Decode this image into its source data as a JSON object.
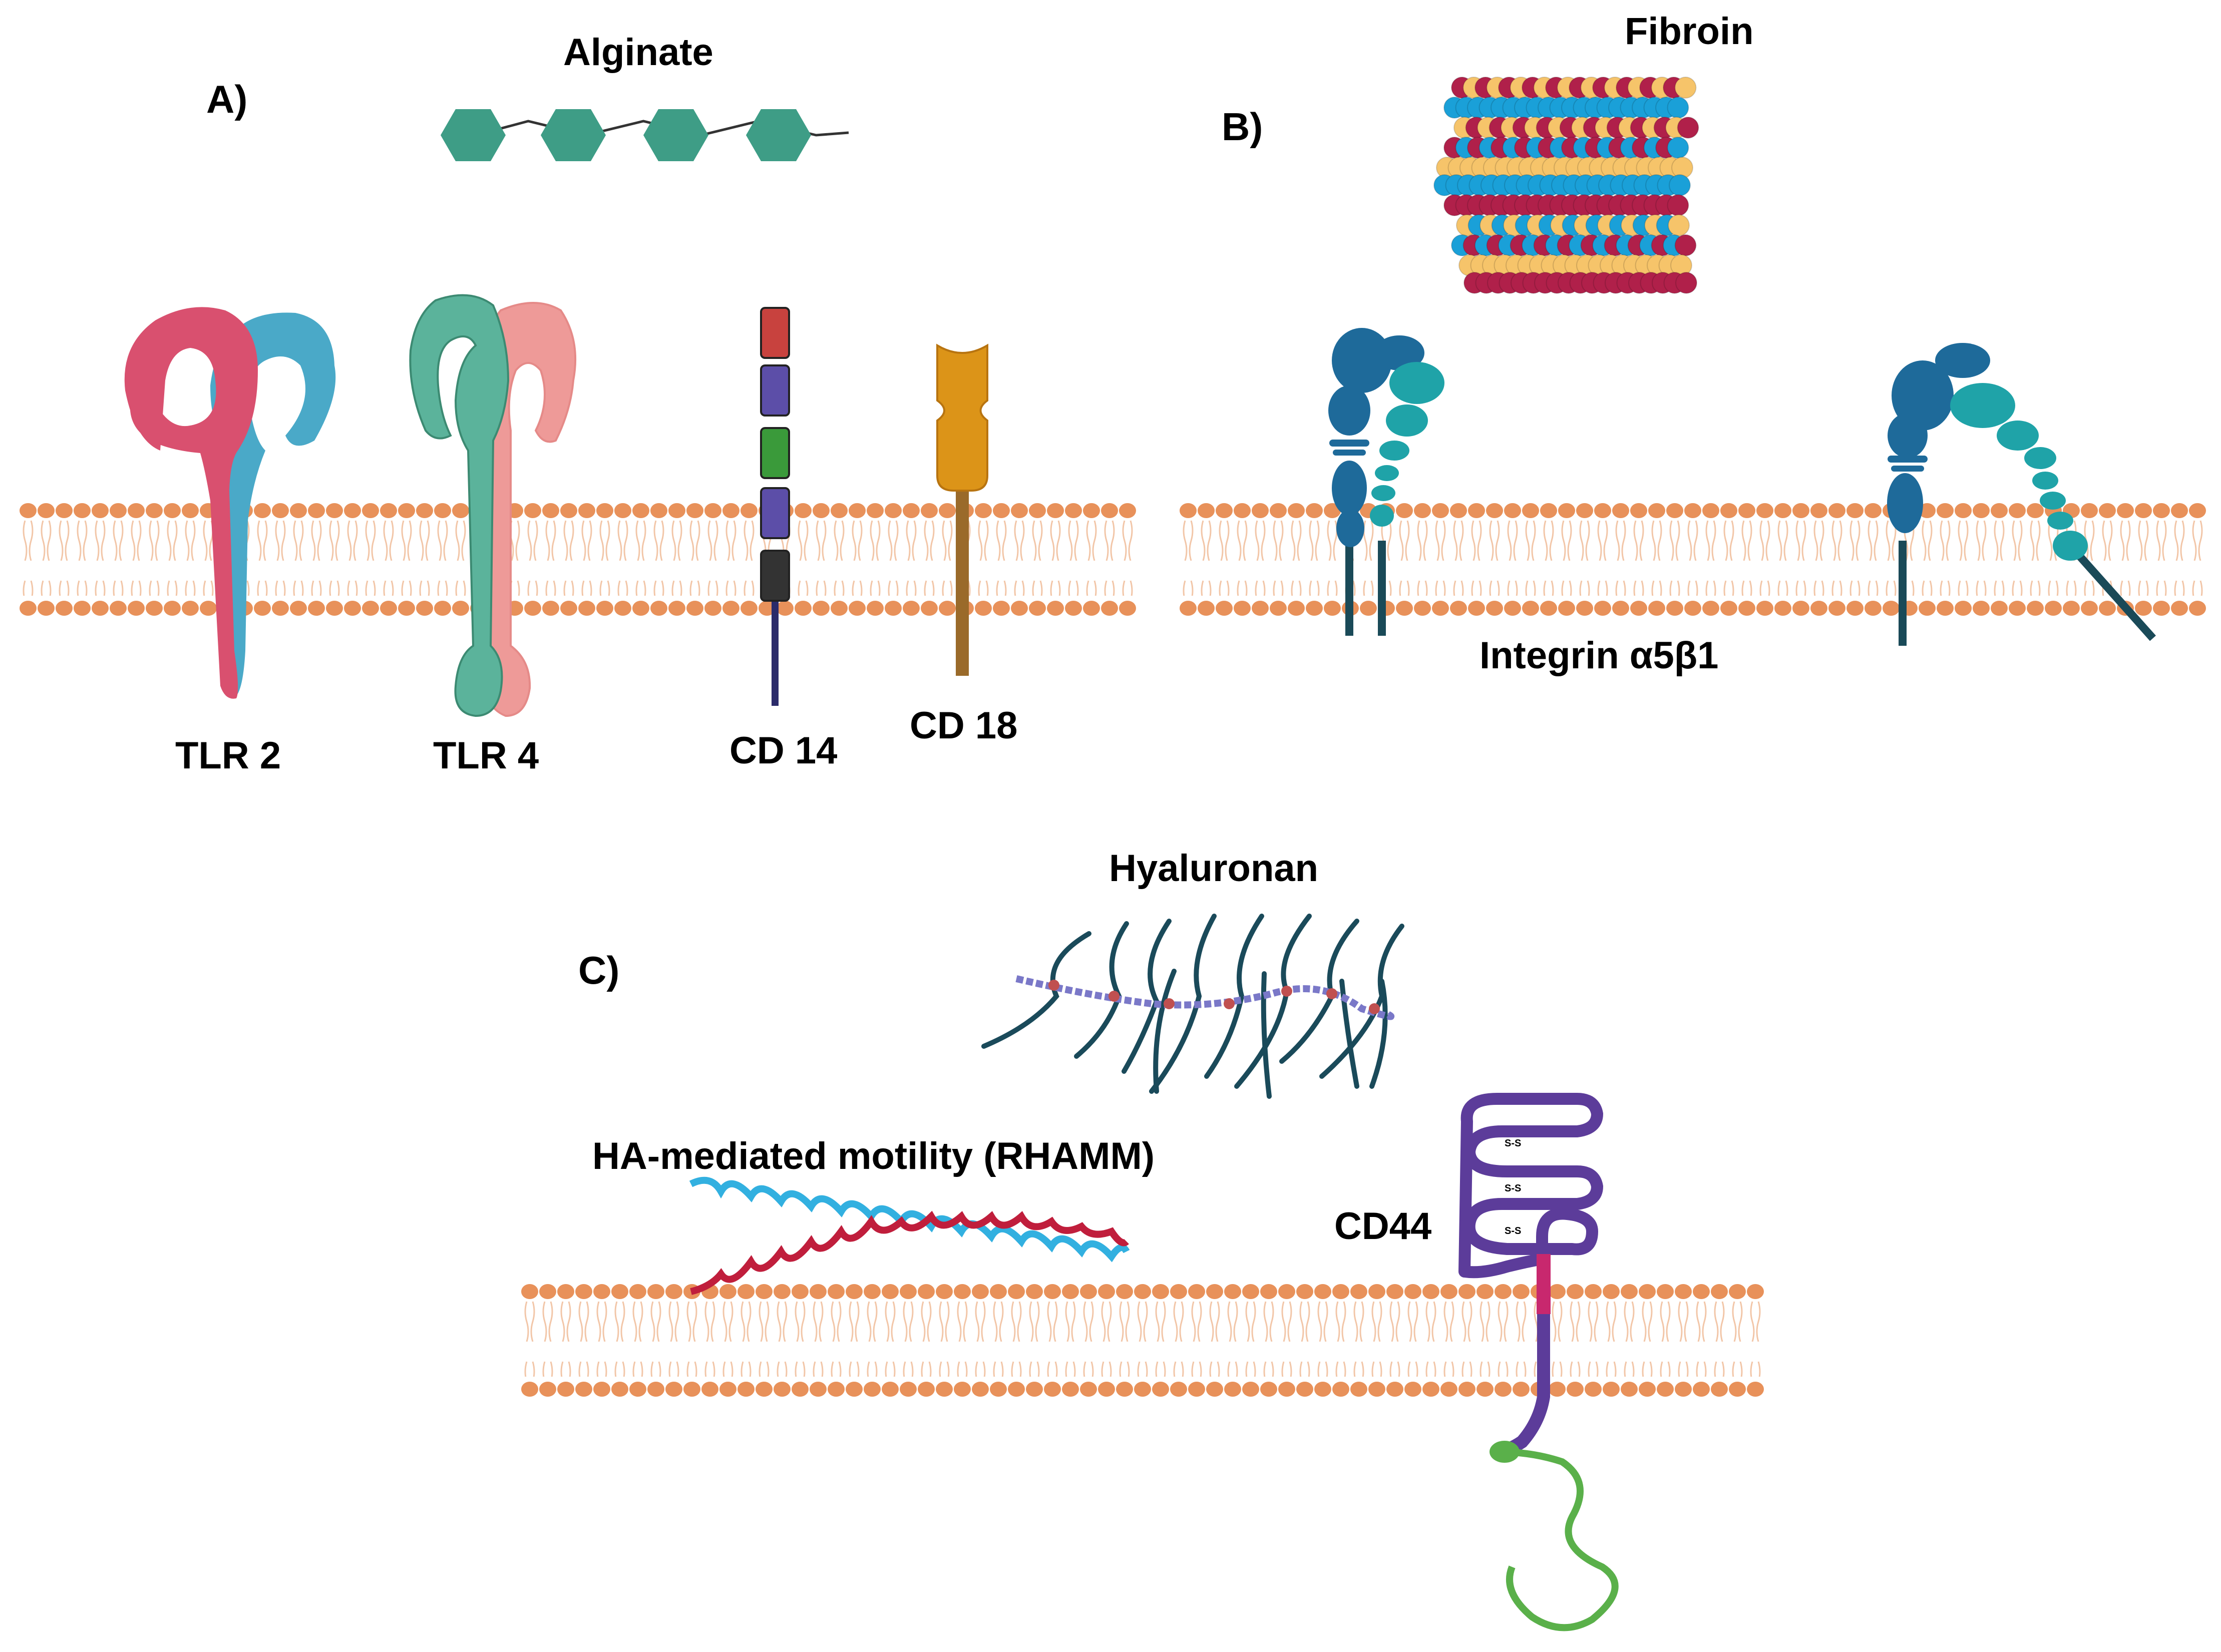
{
  "panels": {
    "a": {
      "label": "A)",
      "ligand": "Alginate",
      "receptors": [
        "TLR 2",
        "TLR 4",
        "CD 14",
        "CD 18"
      ]
    },
    "b": {
      "label": "B)",
      "ligand": "Fibroin",
      "receptor": "Integrin α5β1"
    },
    "c": {
      "label": "C)",
      "ligand": "Hyaluronan",
      "rhamm_label": "HA-mediated motility (RHAMM)",
      "cd44_label": "CD44",
      "disulfide_label": "S-S"
    }
  },
  "colors": {
    "membrane_head": "#e8915a",
    "membrane_tail": "#f2c6a8",
    "alginate": "#3e9d86",
    "tlr2_a": "#d9506f",
    "tlr2_b": "#4aa9c8",
    "tlr4_a": "#5bb39b",
    "tlr4_b": "#ee9a98",
    "cd14_segments": [
      "#c8423e",
      "#5c4ea8",
      "#3a9a3a",
      "#5c4ea8",
      "#333333"
    ],
    "cd14_stalk": "#2b2b6a",
    "cd18": "#dc9418",
    "cd18_stalk": "#9a6a2a",
    "fibroin_blue": "#1aa0d8",
    "fibroin_red": "#b0204a",
    "fibroin_yellow": "#f6c46a",
    "integrin_alpha": "#1e6a9a",
    "integrin_beta": "#1fa3a8",
    "integrin_stalk": "#1a4a58",
    "hyaluronan_backbone": "#7a78c8",
    "hyaluronan_node": "#c05050",
    "hyaluronan_chain": "#1a4a5a",
    "rhamm_red": "#c01e3c",
    "rhamm_blue": "#32b0e0",
    "cd44": "#5c3c9a",
    "cd44_tm": "#c8286e",
    "cd44_tail": "#5ab04a"
  }
}
